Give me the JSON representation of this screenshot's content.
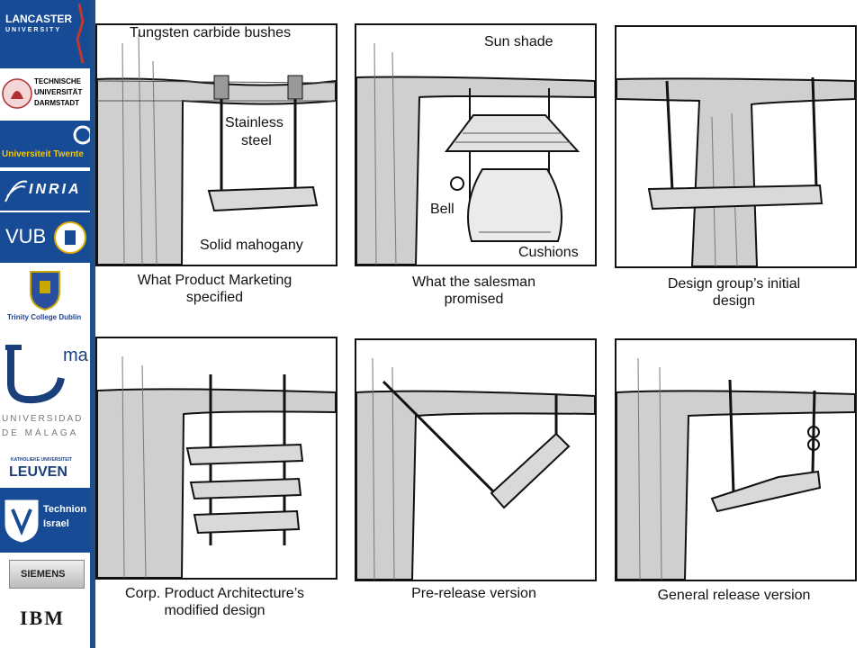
{
  "sidebar": {
    "logos": [
      {
        "name": "Lancaster University",
        "line1": "LANCASTER",
        "line2": "UNIVERSITY"
      },
      {
        "name": "TU Darmstadt",
        "line1": "TECHNISCHE",
        "line2": "UNIVERSITÄT",
        "line3": "DARMSTADT"
      },
      {
        "name": "Universiteit Twente",
        "text": "Universiteit Twente"
      },
      {
        "name": "INRIA",
        "text": "INRIA"
      },
      {
        "name": "VUB",
        "text": "VUB"
      },
      {
        "name": "Trinity College Dublin",
        "text": "Trinity College Dublin"
      },
      {
        "name": "Universidad de Malaga",
        "mark": "ma",
        "line1": "UNIVERSIDAD",
        "line2": "DE MÁLAGA"
      },
      {
        "name": "KU Leuven",
        "small": "KATHOLIEKE UNIVERSITEIT",
        "text": "LEUVEN"
      },
      {
        "name": "Technion",
        "line1": "Technion",
        "line2": "Israel"
      },
      {
        "name": "Siemens",
        "text": "SIEMENS"
      },
      {
        "name": "IBM",
        "text": "IBM"
      }
    ],
    "colors": {
      "stripe": "#1f4e8c",
      "logo_blue": "#174b96"
    }
  },
  "panels": [
    {
      "caption_line1": "What Product Marketing",
      "caption_line2": "specified",
      "labels": {
        "bushes": "Tungsten carbide bushes",
        "steel_1": "Stainless",
        "steel_2": "steel",
        "seat": "Solid mahogany"
      }
    },
    {
      "caption_line1": "What the salesman",
      "caption_line2": "promised",
      "labels": {
        "shade": "Sun shade",
        "bell": "Bell",
        "cushions": "Cushions"
      }
    },
    {
      "caption_line1": "Design group’s initial",
      "caption_line2": "design"
    },
    {
      "caption_line1": "Corp. Product Architecture’s",
      "caption_line2": "modified design"
    },
    {
      "caption_line1": "Pre-release version",
      "caption_line2": ""
    },
    {
      "caption_line1": "General release version",
      "caption_line2": ""
    }
  ]
}
